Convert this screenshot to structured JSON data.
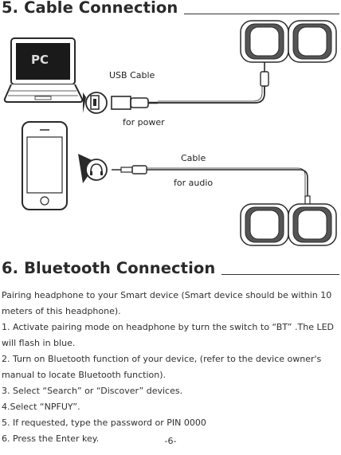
{
  "section5": {
    "title": "5. Cable Connection"
  },
  "diagram": {
    "pc_label": "PC",
    "usb_label": "USB Cable",
    "power_label": "for power",
    "cable_label": "Cable",
    "audio_label": "for audio"
  },
  "section6": {
    "title": "6. Bluetooth Connection"
  },
  "paragraphs": [
    "Pairing headphone to your Smart device (Smart device should be within 10 meters of this headphone).",
    "1. Activate pairing mode on headphone by turn the switch to “BT” .The LED will flash in blue.",
    "2. Turn on Bluetooth function of your device, (refer to the device owner's manual to locate Bluetooth function).",
    "3. Select “Search” or “Discover” devices.",
    "4.Select “NPFUY”.",
    "5. If requested, type the password or PIN 0000",
    "6. Press the Enter key."
  ],
  "page_number": "-6-"
}
